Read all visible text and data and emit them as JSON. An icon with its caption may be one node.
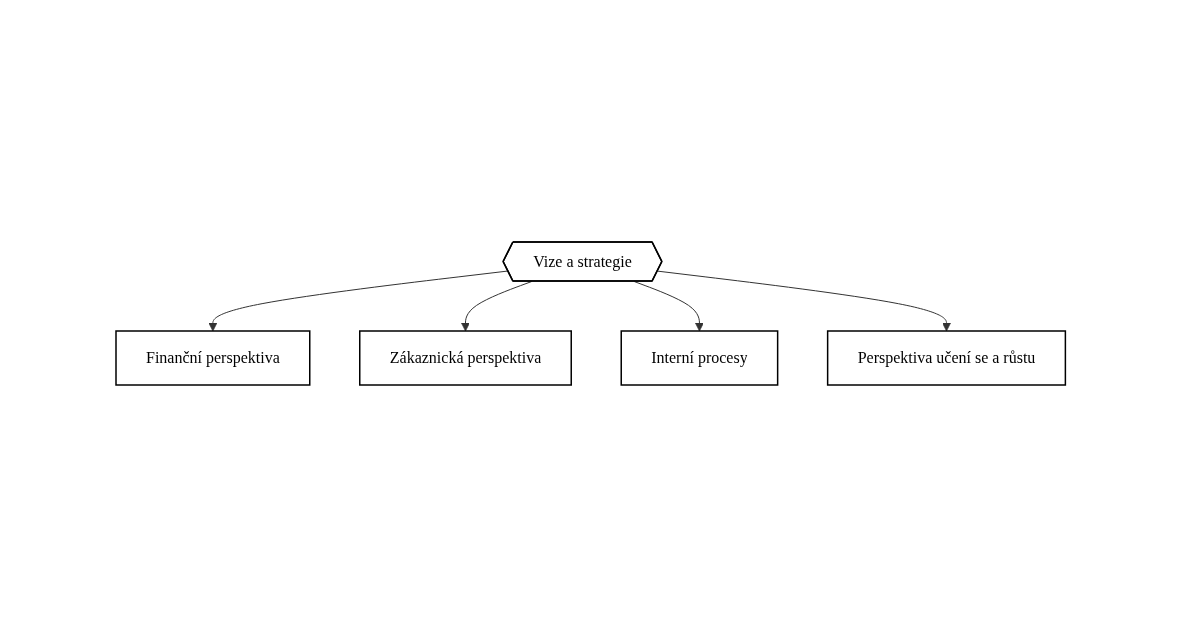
{
  "diagram": {
    "nodes": [
      {
        "text": [
          "Finanční perspektiva"
        ]
      },
      {
        "text": [
          "Zákaznická perspektiva"
        ]
      },
      {
        "text": [
          "Vize a strategie"
        ]
      },
      {
        "text": [
          "Interní procesy"
        ]
      },
      {
        "text": [
          "Perspektiva učení se a růstu"
        ]
      }
    ],
    "edges": [
      {
        "from": 2,
        "to": 0,
        "arrow": "to"
      },
      {
        "from": 2,
        "to": 1,
        "arrow": "to"
      },
      {
        "from": 2,
        "to": 3,
        "arrow": "to"
      },
      {
        "from": 2,
        "to": 4,
        "arrow": "to"
      }
    ]
  }
}
